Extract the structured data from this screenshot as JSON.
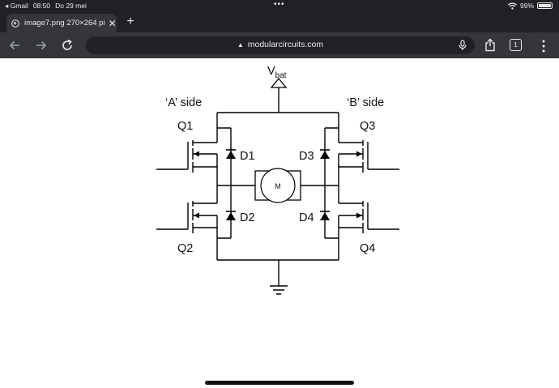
{
  "status_bar": {
    "back_app": "◂ Gmail",
    "time": "08:50",
    "date": "Do 29 mei",
    "dots": "•••",
    "battery_percent": "99%",
    "battery_level": 0.99
  },
  "tabs": [
    {
      "title": "image7.png 270×264 pi",
      "close": "✕",
      "active": true
    }
  ],
  "new_tab_label": "+",
  "omnibox": {
    "lock": "▲",
    "url": "modularcircuits.com"
  },
  "tab_count": "1",
  "circuit": {
    "vbat_main": "V",
    "vbat_sub": "bat",
    "side_a": "‘A’ side",
    "side_b": "‘B’ side",
    "transistors": [
      "Q1",
      "Q2",
      "Q3",
      "Q4"
    ],
    "diodes": [
      "D1",
      "D2",
      "D3",
      "D4"
    ],
    "motor": "M"
  },
  "icons": {
    "back": "back-arrow-icon",
    "forward": "forward-arrow-icon",
    "reload": "reload-icon",
    "share": "share-icon",
    "more": "more-vertical-icon",
    "mic": "microphone-icon",
    "wifi": "wifi-icon"
  }
}
